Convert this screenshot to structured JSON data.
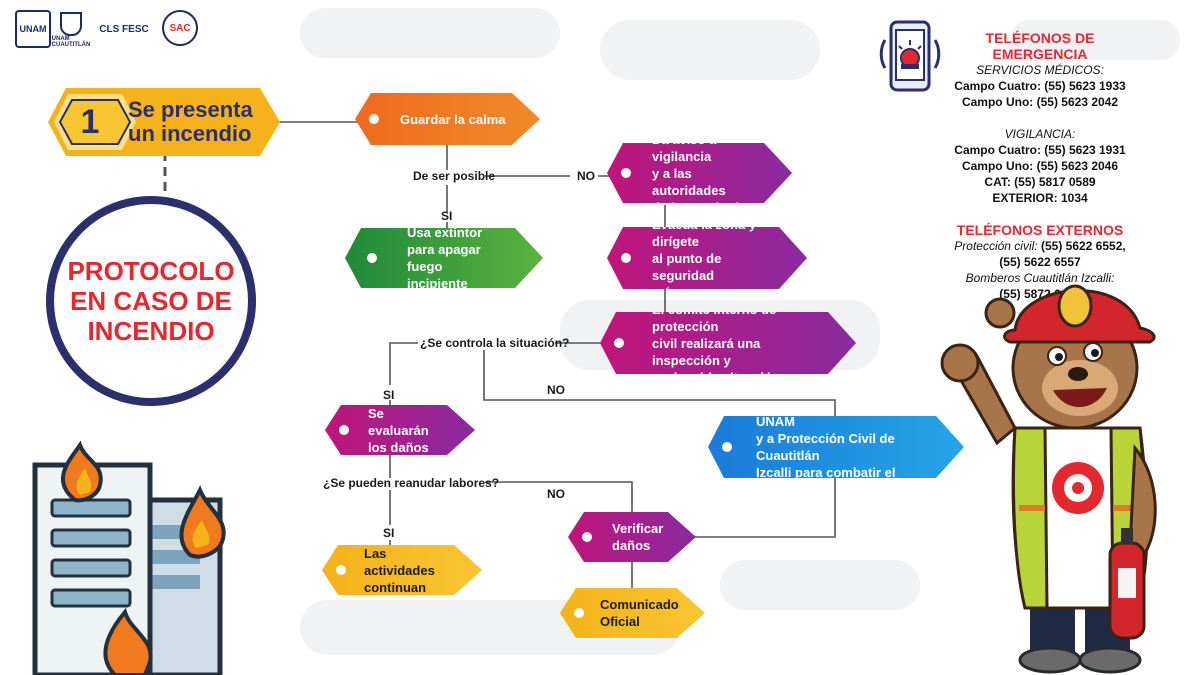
{
  "logos": [
    "UNAM",
    "UNAM CUAUTITLÁN",
    "CLS FESC",
    "SAC"
  ],
  "step_number": "1",
  "start_title": "Se presenta\nun incendio",
  "circle_title": "PROTOCOLO\nEN CASO DE\nINCENDIO",
  "nodes": {
    "calma": "Guardar la calma",
    "aviso": "Da aviso a vigilancia\ny a las autoridades\nde la Facultad",
    "extintor": "Usa extintor\npara apagar fuego\nincipiente",
    "evacua": "Evacua la zona y dirígete\nal punto de seguridad\nmás cercano",
    "comite": "El comité interno de protección\ncivil realizará una inspección y\nevaluará la situación",
    "danos": "Se evaluarán\nlos daños",
    "bomberos": "Se llamará a bomberos UNAM\ny a Protección Civil de Cuautitlán\nIzcalli para combatir el incendio",
    "actividades": "Las actividades\ncontinuan",
    "verificar": "Verificar\ndaños",
    "comunicado": "Comunicado\nOficial"
  },
  "labels": {
    "de_ser_posible": "De ser posible",
    "no1": "NO",
    "si1": "SI",
    "controla": "¿Se controla la situación?",
    "si2": "SI",
    "no2": "NO",
    "reanudar": "¿Se pueden reanudar labores?",
    "si3": "SI",
    "no3": "NO"
  },
  "emergency": {
    "title": "TELÉFONOS DE EMERGENCIA",
    "medical_heading": "SERVICIOS MÉDICOS:",
    "medical_1": "Campo Cuatro: (55) 5623 1933",
    "medical_2": "Campo Uno: (55) 5623 2042",
    "security_heading": "VIGILANCIA:",
    "security_1": "Campo Cuatro: (55) 5623 1931",
    "security_2": "Campo Uno: (55) 5623 2046",
    "security_3": "CAT: (55) 5817 0589",
    "security_4": "EXTERIOR: 1034",
    "external_title": "TELÉFONOS EXTERNOS",
    "civil_label": "Protección civil:",
    "civil_num_1": " (55) 5622 6552,",
    "civil_num_2": "(55) 5622 6557",
    "firefighters_label": "Bomberos Cuautitlán Izcalli:",
    "firefighters_num": "(55) 5872 6479"
  },
  "colors": {
    "yellow": "#f5b21a",
    "orange": "#f07a1d",
    "magenta": "#c0157a",
    "green": "#2e9a3e",
    "blue": "#1b7bd9",
    "navy": "#2b2f6b",
    "red": "#e5272e"
  }
}
